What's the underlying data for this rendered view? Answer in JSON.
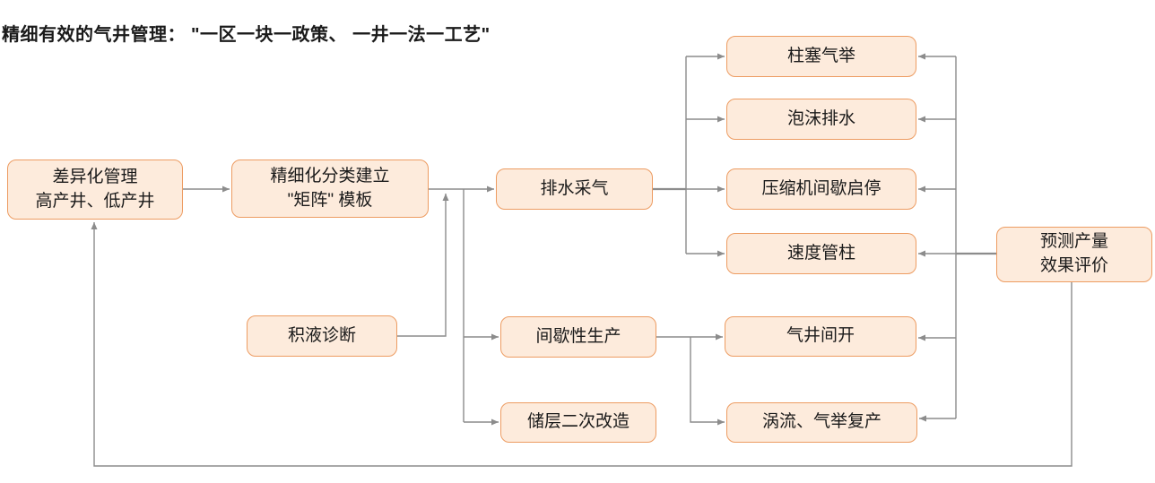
{
  "title": "精细有效的气井管理： \"一区一块一政策、 一井一法一工艺\"",
  "nodes": {
    "differentiated_mgmt": {
      "label": "差异化管理\n高产井、低产井"
    },
    "matrix_template": {
      "label": "精细化分类建立\n\"矩阵\" 模板"
    },
    "drainage_gas": {
      "label": "排水采气"
    },
    "plunger_lift": {
      "label": "柱塞气举"
    },
    "foam_drainage": {
      "label": "泡沫排水"
    },
    "compressor_startstop": {
      "label": "压缩机间歇启停"
    },
    "velocity_string": {
      "label": "速度管柱"
    },
    "liquid_diagnosis": {
      "label": "积液诊断"
    },
    "intermittent_prod": {
      "label": "间歇性生产"
    },
    "well_intermittent_open": {
      "label": "气井间开"
    },
    "reservoir_restim": {
      "label": "储层二次改造"
    },
    "vortex_gaslift_resume": {
      "label": "涡流、气举复产"
    },
    "prediction_eval": {
      "label": "预测产量\n效果评价"
    }
  },
  "colors": {
    "node_fill": "#FDEBDC",
    "node_border": "#ED9C62",
    "connector": "#8C8C8C",
    "text": "#1A1A1A"
  }
}
